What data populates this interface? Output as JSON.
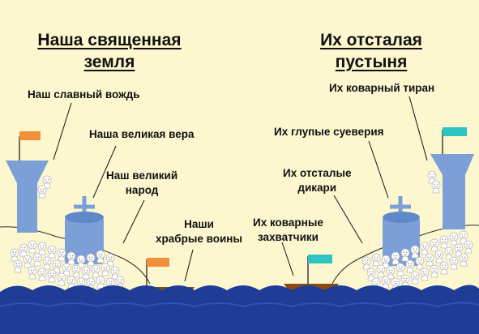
{
  "left_side": {
    "title_line1": "Наша священная",
    "title_line2": "земля",
    "labels": {
      "leader": "Наш славный вождь",
      "faith": "Наша великая вера",
      "people_line1": "Наш великий",
      "people_line2": "народ",
      "warriors_line1": "Наши",
      "warriors_line2": "храбрые воины"
    },
    "flag_color": "#f0903a"
  },
  "right_side": {
    "title_line1": "Их отсталая",
    "title_line2": "пустыня",
    "labels": {
      "tyrant": "Их коварный тиран",
      "superstitions": "Их глупые суеверия",
      "savages_line1": "Их отсталые",
      "savages_line2": "дикари",
      "invaders_line1": "Их коварные",
      "invaders_line2": "захватчики"
    },
    "flag_color": "#2ec4c4"
  },
  "colors": {
    "background": "#fdf7cf",
    "tower": "#7b9fd6",
    "sea": "#1f3d97",
    "ship": "#8b4a14"
  }
}
